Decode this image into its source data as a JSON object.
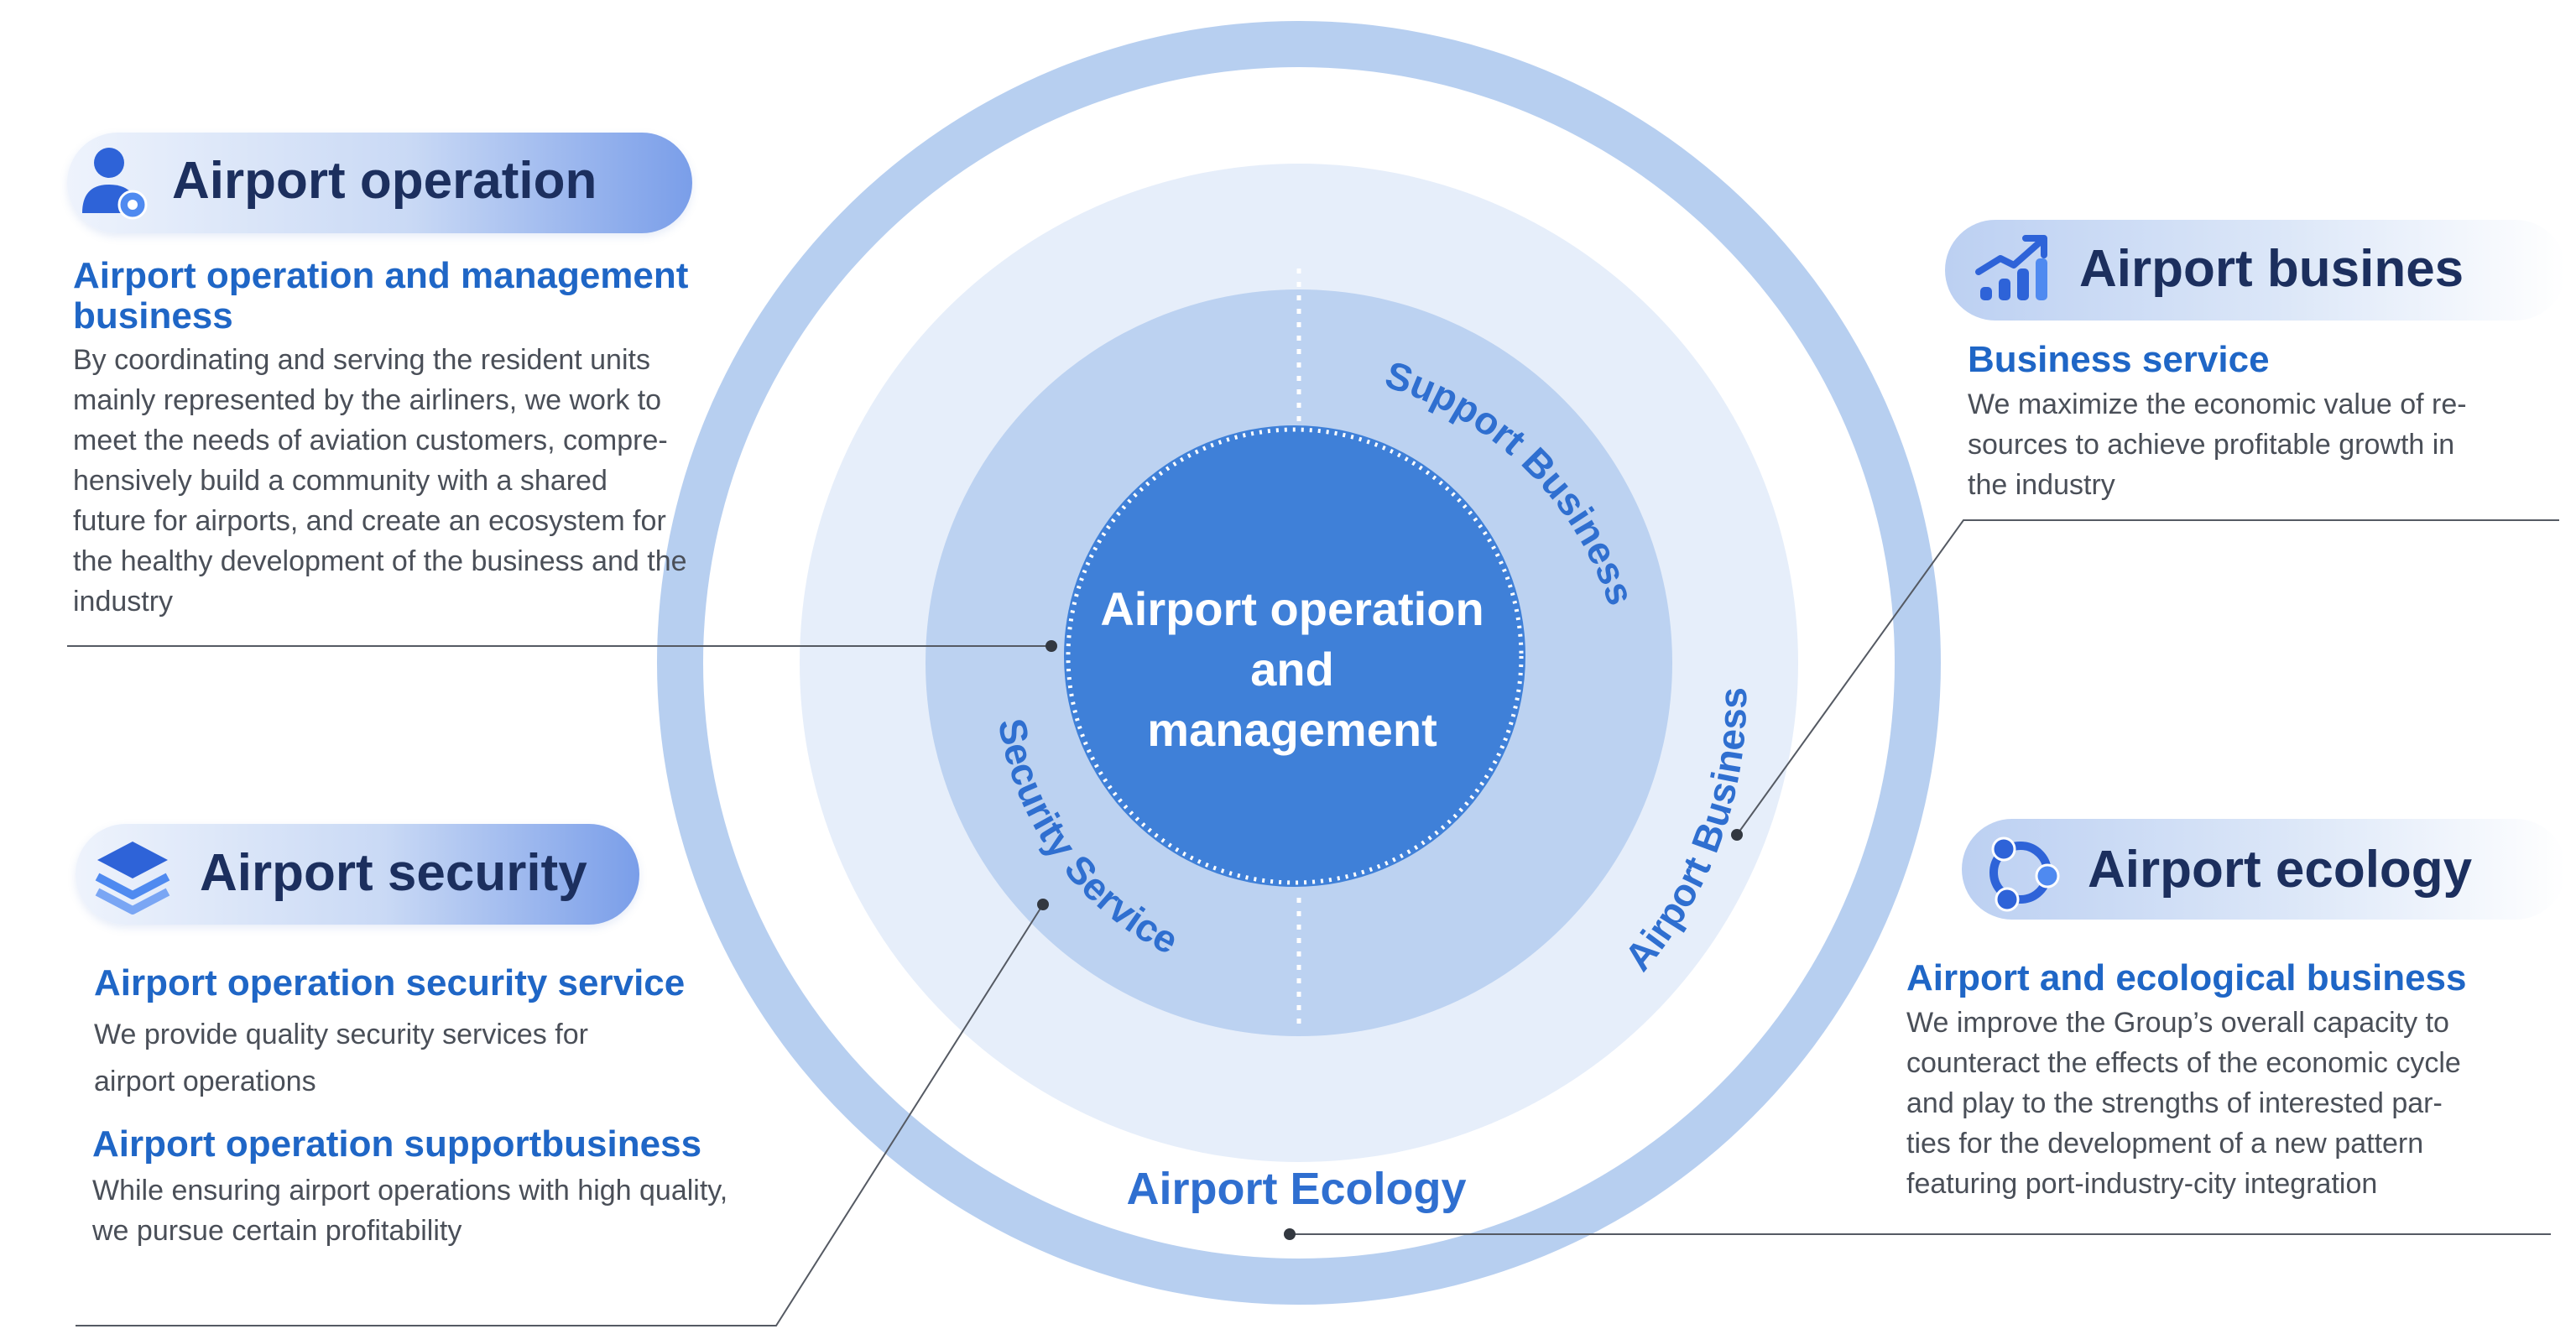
{
  "center": {
    "label_lines": [
      "Airport operation",
      "and",
      "management"
    ]
  },
  "rings": {
    "support": "Support Business",
    "airport_business": "Airport Business",
    "security": "Security Service",
    "ecology": "Airport Ecology"
  },
  "operation": {
    "heading": "Airport operation",
    "icon": "user-gear-icon",
    "subtitle_lines": [
      "Airport operation and management",
      "business"
    ],
    "body_lines": [
      "By coordinating and serving the resident units",
      "mainly represented by the airliners, we work to",
      "meet the needs of aviation customers, compre-",
      "hensively build a community with a shared",
      "future for airports, and create an ecosystem for",
      "the healthy development of the business and the",
      "industry"
    ]
  },
  "business": {
    "heading": "Airport busines",
    "icon": "growth-chart-icon",
    "subtitle": "Business service",
    "body_lines": [
      "We maximize the economic value of re-",
      "sources to achieve profitable growth in",
      "the industry"
    ]
  },
  "security": {
    "heading": "Airport security",
    "icon": "layers-icon",
    "sub1": "Airport operation security service",
    "body1_lines": [
      "We provide quality security services for",
      "airport operations"
    ],
    "sub2": "Airport operation supportbusiness",
    "body2_lines": [
      "While ensuring airport operations with high quality,",
      "we pursue certain profitability"
    ]
  },
  "ecology": {
    "heading": "Airport ecology",
    "icon": "cycle-icon",
    "subtitle": "Airport and ecological business",
    "body_lines": [
      "We improve the Group’s overall capacity to",
      "counteract the effects of the economic cycle",
      "and play to the strengths of interested par-",
      "ties for the development of a new pattern",
      "featuring port-industry-city integration"
    ]
  },
  "colors": {
    "outer_ring": "#b7cff0",
    "mid_ring": "#e6eefa",
    "inner_ring": "#bcd2f1",
    "core": "#3f80d8",
    "heading_text": "#1c2f5e",
    "subtitle_text": "#1f66c6",
    "ring_text": "#2f6fd0"
  }
}
